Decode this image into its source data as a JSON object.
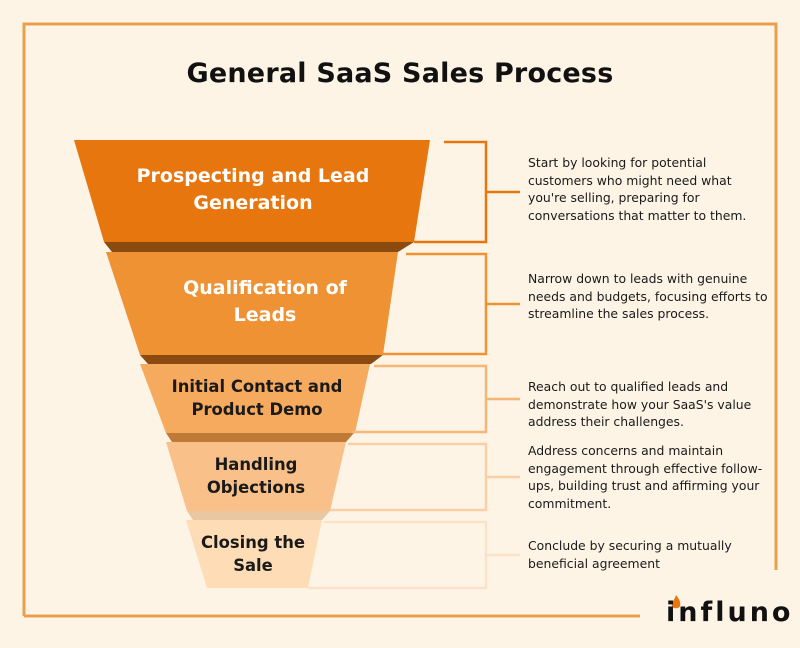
{
  "title": "General SaaS Sales Process",
  "stages": [
    {
      "label": "Prospecting and Lead Generation",
      "description": "Start by looking for potential customers who might need what you're selling, preparing for conversations that matter to them.",
      "color": "#e8760f"
    },
    {
      "label": "Qualification of Leads",
      "description": "Narrow down to leads with genuine needs and budgets, focusing efforts to streamline the sales process.",
      "color": "#ee9233"
    },
    {
      "label": "Initial Contact and Product Demo",
      "description": "Reach out to qualified leads and demonstrate how your SaaS's value address their challenges.",
      "color": "#f6aa5e"
    },
    {
      "label": "Handling Objections",
      "description": "Address concerns and maintain engagement through effective follow-ups, building trust and affirming your commitment.",
      "color": "#f9c089"
    },
    {
      "label": "Closing the Sale",
      "description": "Conclude by securing a mutually beneficial agreement",
      "color": "#fddcb6"
    }
  ],
  "logo": "influno",
  "colors": {
    "background": "#fdf4e6",
    "frame": "#e8a04a",
    "accent": "#e8760f"
  }
}
